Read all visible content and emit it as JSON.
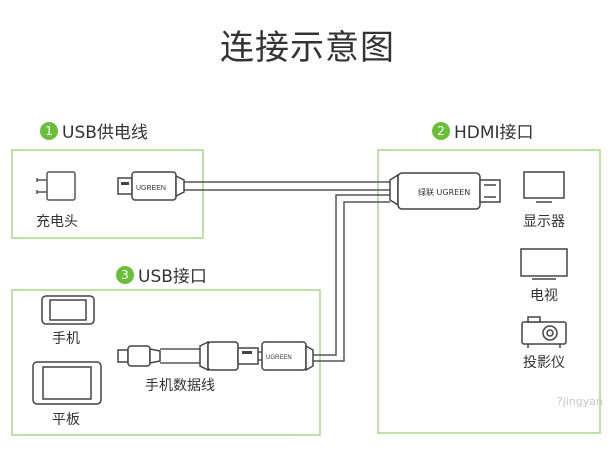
{
  "title": "连接示意图",
  "sections": [
    {
      "num": "1",
      "label": "USB供电线"
    },
    {
      "num": "2",
      "label": "HDMI接口"
    },
    {
      "num": "3",
      "label": "USB接口"
    }
  ],
  "left_devices": {
    "charger": "充电头",
    "phone": "手机",
    "tablet": "平板",
    "cable": "手机数据线"
  },
  "right_devices": {
    "monitor": "显示器",
    "tv": "电视",
    "projector": "投影仪"
  },
  "brand": {
    "plug": "UGREEN",
    "hdmi": "绿联 UGREEN"
  },
  "watermark": "?jingyan",
  "colors": {
    "accent": "#6abf3a",
    "frame": "#a6d88a",
    "line": "#555555"
  }
}
